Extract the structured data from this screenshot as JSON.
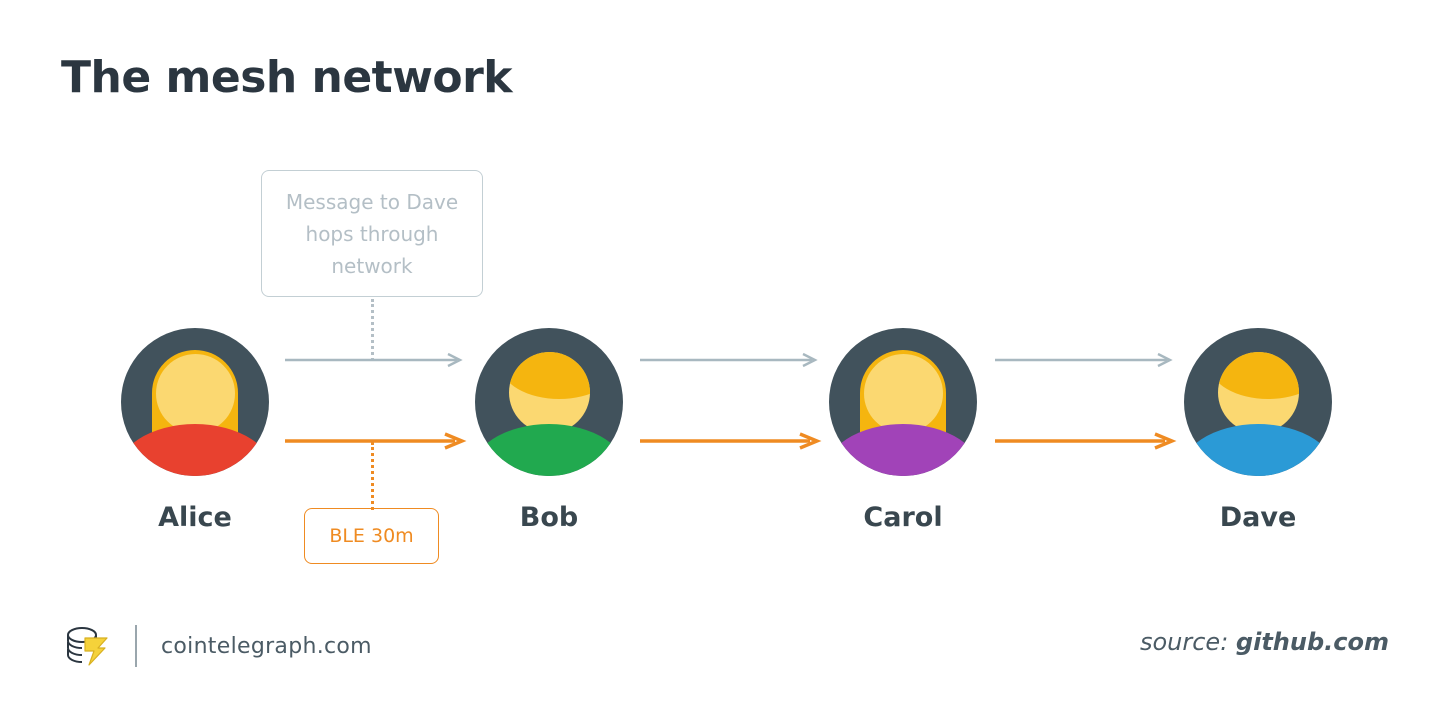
{
  "page": {
    "title": "The mesh network",
    "background_color": "#ffffff"
  },
  "callouts": {
    "message": {
      "line1": "Message to Dave",
      "line2": "hops through",
      "line3": "network",
      "border_color": "#c3cfd4",
      "text_color": "#b4bfc6"
    },
    "ble": {
      "label": "BLE 30m",
      "border_color": "#ef8b22",
      "text_color": "#ef8b22"
    }
  },
  "nodes": [
    {
      "name": "Alice",
      "gender": "female",
      "shoulder_color": "#e8412f",
      "hair_color": "#f5b50f",
      "face_color": "#fbd871",
      "circle_color": "#41525c"
    },
    {
      "name": "Bob",
      "gender": "male",
      "shoulder_color": "#21a94f",
      "hair_color": "#f5b50f",
      "face_color": "#fbd871",
      "circle_color": "#41525c"
    },
    {
      "name": "Carol",
      "gender": "female",
      "shoulder_color": "#a143b8",
      "hair_color": "#f5b50f",
      "face_color": "#fbd871",
      "circle_color": "#41525c"
    },
    {
      "name": "Dave",
      "gender": "male",
      "shoulder_color": "#2b9ad6",
      "hair_color": "#f5b50f",
      "face_color": "#fbd871",
      "circle_color": "#41525c"
    }
  ],
  "links": {
    "message_arrow_color": "#a8b8c0",
    "ble_arrow_color": "#ef8b22",
    "hops": [
      {
        "from": "Alice",
        "to": "Bob"
      },
      {
        "from": "Bob",
        "to": "Carol"
      },
      {
        "from": "Carol",
        "to": "Dave"
      }
    ]
  },
  "footer": {
    "site": "cointelegraph.com",
    "source_prefix": "source:",
    "source_name": "github.com",
    "logo_accent": "#e8c033"
  }
}
